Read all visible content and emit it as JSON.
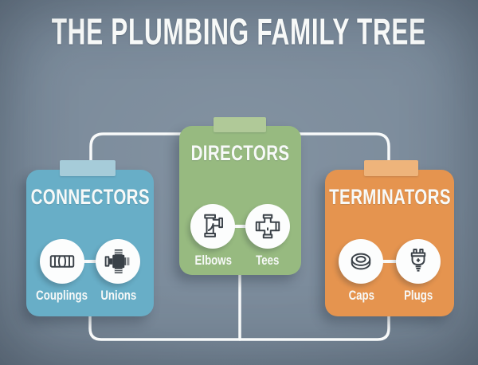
{
  "header": {
    "title": "THE PLUMBING FAMILY TREE"
  },
  "colors": {
    "bg": "#7b8b9b",
    "line": "#f8fafa",
    "title": "#f7f9f8",
    "card-blue": "#68aec7",
    "tab-blue": "#a6ccd9",
    "card-green": "#97ba80",
    "tab-green": "#b0c998",
    "card-orange": "#e5944f",
    "tab-orange": "#eeb47b",
    "icon-stroke": "#3a4148"
  },
  "cards": [
    {
      "id": "connectors",
      "title": "CONNECTORS",
      "items": [
        {
          "label": "Couplings",
          "icon": "coupling-icon"
        },
        {
          "label": "Unions",
          "icon": "union-icon"
        }
      ]
    },
    {
      "id": "directors",
      "title": "DIRECTORS",
      "items": [
        {
          "label": "Elbows",
          "icon": "elbow-icon"
        },
        {
          "label": "Tees",
          "icon": "tee-icon"
        }
      ]
    },
    {
      "id": "terminators",
      "title": "TERMINATORS",
      "items": [
        {
          "label": "Caps",
          "icon": "cap-icon"
        },
        {
          "label": "Plugs",
          "icon": "plug-icon"
        }
      ]
    }
  ]
}
